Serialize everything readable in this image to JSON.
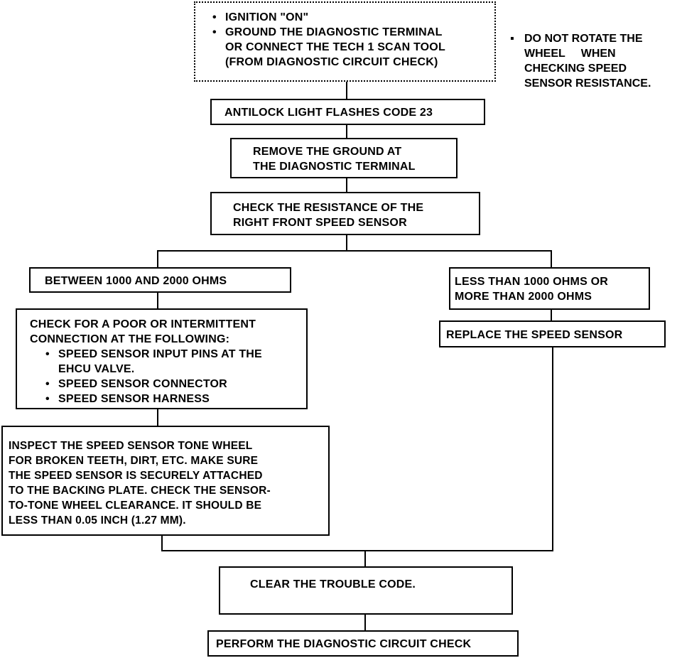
{
  "start_box": {
    "items": [
      "IGNITION \"ON\"",
      "GROUND THE DIAGNOSTIC TERMINAL\nOR CONNECT THE TECH 1 SCAN TOOL\n(FROM DIAGNOSTIC CIRCUIT CHECK)"
    ]
  },
  "side_note": "DO NOT ROTATE THE\nWHEEL     WHEN\nCHECKING SPEED\nSENSOR RESISTANCE.",
  "step_code": "ANTILOCK LIGHT FLASHES CODE 23",
  "step_remove_ground": "REMOVE THE GROUND AT\nTHE DIAGNOSTIC TERMINAL",
  "step_check_resistance": "CHECK THE RESISTANCE OF THE\nRIGHT FRONT SPEED SENSOR",
  "left_branch": {
    "condition": "BETWEEN 1000 AND 2000 OHMS",
    "check_intro": "CHECK FOR A POOR OR INTERMITTENT\nCONNECTION AT THE FOLLOWING:",
    "check_items": [
      "SPEED SENSOR INPUT PINS AT THE\nEHCU VALVE.",
      "SPEED SENSOR CONNECTOR",
      "SPEED SENSOR HARNESS"
    ],
    "inspect": "INSPECT THE SPEED SENSOR TONE WHEEL\nFOR BROKEN TEETH, DIRT, ETC. MAKE SURE\nTHE SPEED SENSOR IS SECURELY ATTACHED\nTO THE BACKING PLATE. CHECK THE SENSOR-\nTO-TONE WHEEL CLEARANCE. IT SHOULD BE\nLESS THAN 0.05 INCH (1.27 MM)."
  },
  "right_branch": {
    "condition": "LESS THAN 1000 OHMS OR\nMORE THAN 2000 OHMS",
    "action": "REPLACE THE SPEED SENSOR"
  },
  "step_clear": "CLEAR THE TROUBLE CODE.",
  "step_perform": "PERFORM THE DIAGNOSTIC CIRCUIT CHECK"
}
